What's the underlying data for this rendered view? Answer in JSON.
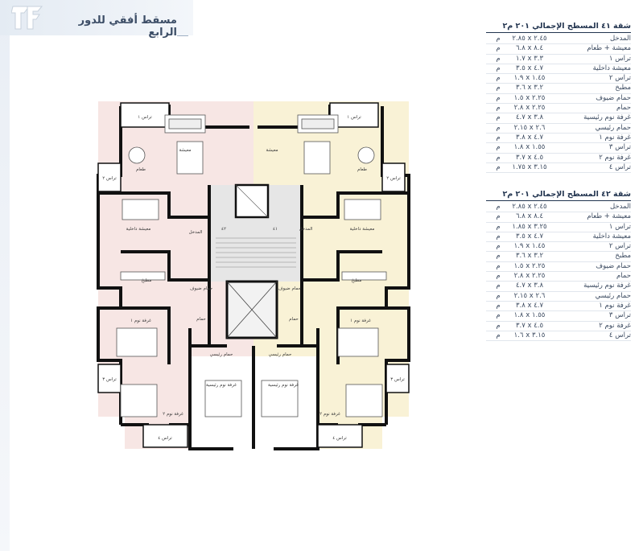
{
  "page_title": "مسقط أفقي للدور الرابع",
  "apartment_1": {
    "title": "شقة ٤١ المسطح الإجمالي ٢٠١ م٢",
    "rows": [
      {
        "name": "المدخل",
        "dims": "٢.٨٥ x ٢.٤٥",
        "unit": "م"
      },
      {
        "name": "معيشة + طعام",
        "dims": "٦.٨ x ٨.٤",
        "unit": "م"
      },
      {
        "name": "تراس ١",
        "dims": "١.٧ x ٣.٣",
        "unit": "م"
      },
      {
        "name": "معيشة داخلية",
        "dims": "٣.٥ x ٤.٧",
        "unit": "م"
      },
      {
        "name": "تراس ٢",
        "dims": "١.٩ x ١.٤٥",
        "unit": "م"
      },
      {
        "name": "مطبخ",
        "dims": "٣.٦ x ٣.٢",
        "unit": "م"
      },
      {
        "name": "حمام ضيوف",
        "dims": "١.٥ x ٢.٢٥",
        "unit": "م"
      },
      {
        "name": "حمام",
        "dims": "٢.٨ x ٢.٢٥",
        "unit": "م"
      },
      {
        "name": "غرفة نوم رئيسية",
        "dims": "٤.٧ x ٣.٨",
        "unit": "م"
      },
      {
        "name": "حمام رئيسي",
        "dims": "٢.١٥ x ٢.٦",
        "unit": "م"
      },
      {
        "name": "غرفة نوم ١",
        "dims": "٣.٨ x ٤.٧",
        "unit": "م"
      },
      {
        "name": "تراس ٣",
        "dims": "١.٨ x ١.٥٥",
        "unit": "م"
      },
      {
        "name": "غرفة نوم ٢",
        "dims": "٣.٧ x ٤.٥",
        "unit": "م"
      },
      {
        "name": "تراس ٤",
        "dims": "١.٧٥ x ٣.١٥",
        "unit": "م"
      }
    ]
  },
  "apartment_2": {
    "title": "شقة ٤٢ المسطح الإجمالي ٢٠١ م٢",
    "rows": [
      {
        "name": "المدخل",
        "dims": "٢.٨٥ x ٢.٤٥",
        "unit": "م"
      },
      {
        "name": "معيشة + طعام",
        "dims": "٦.٨ x ٨.٤",
        "unit": "م"
      },
      {
        "name": "تراس ١",
        "dims": "١.٨٥ x ٣.٢٥",
        "unit": "م"
      },
      {
        "name": "معيشة داخلية",
        "dims": "٣.٥ x ٤.٧",
        "unit": "م"
      },
      {
        "name": "تراس ٢",
        "dims": "١.٩ x ١.٤٥",
        "unit": "م"
      },
      {
        "name": "مطبخ",
        "dims": "٣.٦ x ٣.٢",
        "unit": "م"
      },
      {
        "name": "حمام ضيوف",
        "dims": "١.٥ x ٢.٢٥",
        "unit": "م"
      },
      {
        "name": "حمام",
        "dims": "٢.٨ x ٢.٢٥",
        "unit": "م"
      },
      {
        "name": "غرفة نوم رئيسية",
        "dims": "٤.٧ x ٣.٨",
        "unit": "م"
      },
      {
        "name": "حمام رئيسي",
        "dims": "٢.١٥ x ٢.٦",
        "unit": "م"
      },
      {
        "name": "غرفة نوم ١",
        "dims": "٣.٨ x ٤.٧",
        "unit": "م"
      },
      {
        "name": "تراس ٣",
        "dims": "١.٨ x ١.٥٥",
        "unit": "م"
      },
      {
        "name": "غرفة نوم ٢",
        "dims": "٣.٧ x ٤.٥",
        "unit": "م"
      },
      {
        "name": "تراس ٤",
        "dims": "١.٦ x ٣.١٥",
        "unit": "م"
      }
    ]
  },
  "plan_labels": {
    "terrace_1": "تراس ١",
    "terrace_2": "تراس ٢",
    "terrace_3": "تراس ٣",
    "terrace_4": "تراس ٤",
    "living": "معيشة",
    "dining": "طعام",
    "inner_living": "معيشة داخلية",
    "entrance": "المدخل",
    "kitchen": "مطبخ",
    "guest_bath": "حمام ضيوف",
    "bath": "حمام",
    "master_bath": "حمام رئيسي",
    "master_bedroom": "غرفة نوم رئيسية",
    "bedroom_1": "غرفة نوم ١",
    "bedroom_2": "غرفة نوم ٢",
    "unit_41": "٤١",
    "unit_42": "٤٢"
  },
  "colors": {
    "apt_41_fill": "#f7e6e4",
    "apt_42_fill": "#f9f2d6",
    "core_fill": "#e3e3e3",
    "wall": "#111111"
  }
}
